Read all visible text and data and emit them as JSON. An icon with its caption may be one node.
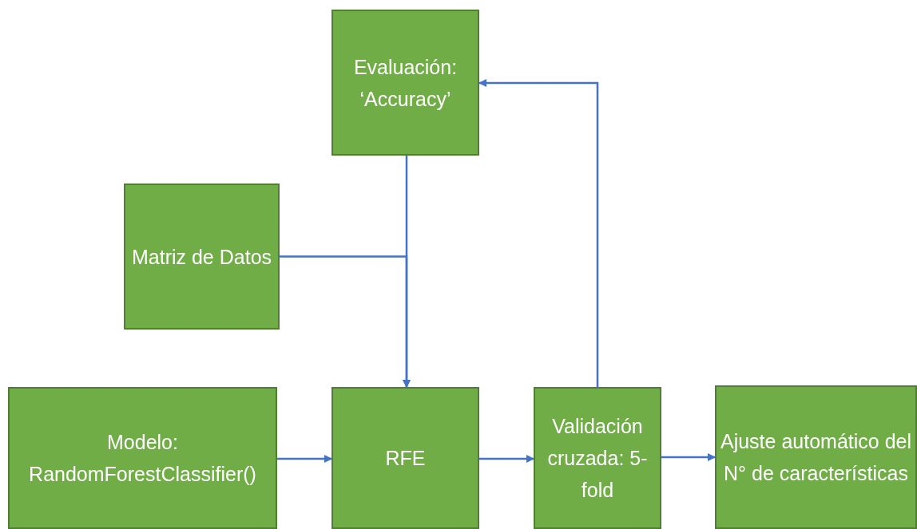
{
  "diagram": {
    "nodes": [
      {
        "text": [
          "Evaluación: ‘Accuracy’"
        ]
      },
      {
        "text": [
          "Matriz de Datos"
        ]
      },
      {
        "text": [
          "Modelo: RandomForestClassifier()"
        ]
      },
      {
        "text": [
          "RFE"
        ]
      },
      {
        "text": [
          "Validación cruzada: 5-fold"
        ]
      },
      {
        "text": [
          "Ajuste automático del N° de características"
        ]
      }
    ],
    "edges": [
      {
        "from": 0,
        "to": 3,
        "arrow": "to"
      },
      {
        "from": 1,
        "to": 3,
        "arrow": "to"
      },
      {
        "from": 2,
        "to": 3,
        "arrow": "to"
      },
      {
        "from": 3,
        "to": 4,
        "arrow": "to"
      },
      {
        "from": 4,
        "to": 5,
        "arrow": "to"
      },
      {
        "from": 4,
        "to": 0,
        "arrow": "to"
      }
    ]
  }
}
